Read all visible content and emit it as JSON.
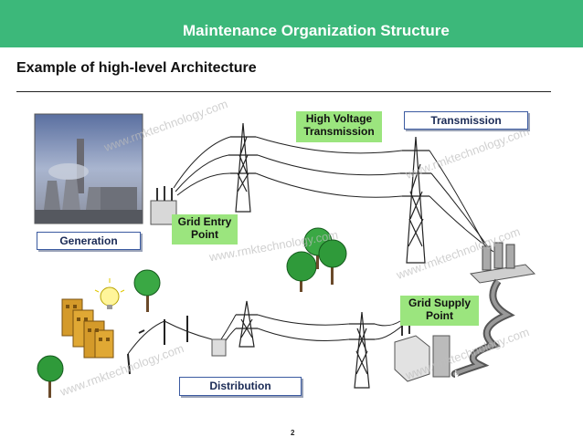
{
  "header": {
    "title": "Maintenance Organization Structure"
  },
  "subtitle": "Example of high-level Architecture",
  "labels": {
    "generation": "Generation",
    "grid_entry_line1": "Grid Entry",
    "grid_entry_line2": "Point",
    "high_voltage_line1": "High Voltage",
    "high_voltage_line2": "Transmission",
    "transmission": "Transmission",
    "grid_supply_line1": "Grid Supply",
    "grid_supply_line2": "Point",
    "distribution": "Distribution"
  },
  "watermark": "www.rmktechnology.com",
  "page_number": "2",
  "colors": {
    "banner": "#3cb87a",
    "label_green": "#9be57e",
    "label_blue_border": "#3b5aa0"
  }
}
